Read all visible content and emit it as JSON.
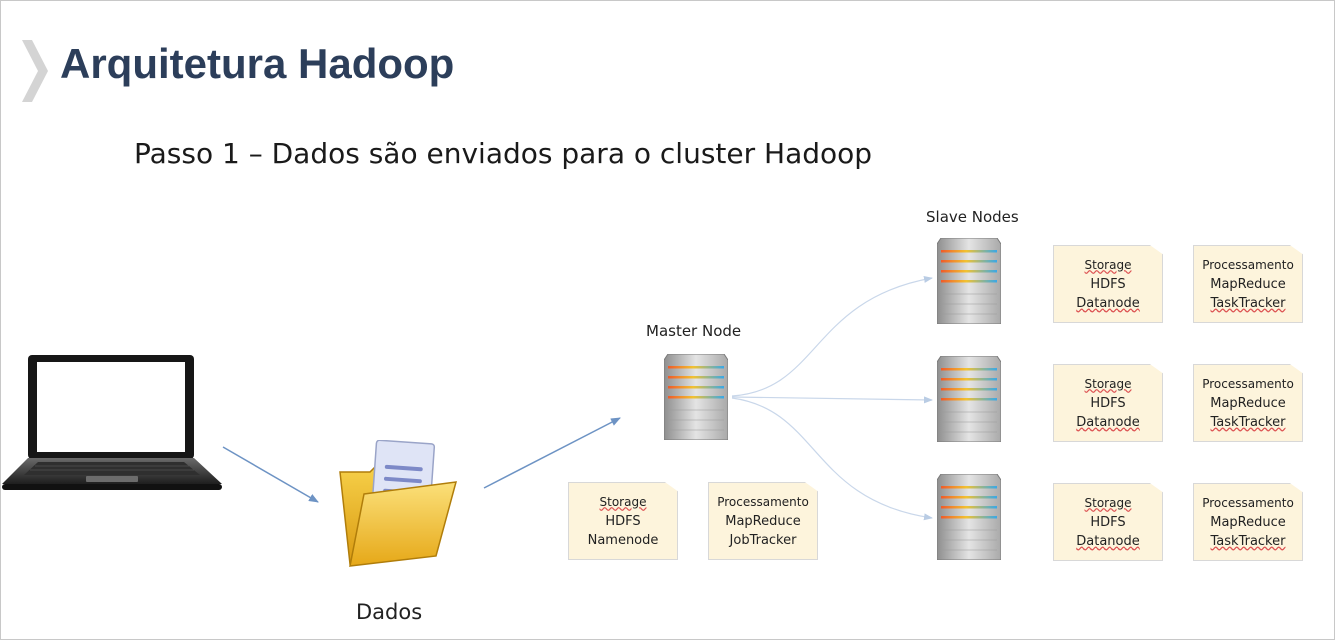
{
  "slide": {
    "title": "Arquitetura Hadoop",
    "subtitle": "Passo 1 – Dados são enviados para o cluster Hadoop"
  },
  "labels": {
    "slave_nodes": "Slave Nodes",
    "master_node": "Master Node",
    "dados": "Dados"
  },
  "master_notes": [
    {
      "line1": "Storage",
      "line2": "HDFS",
      "line3": "Namenode"
    },
    {
      "line1": "Processamento",
      "line2": "MapReduce",
      "line3": "JobTracker"
    }
  ],
  "slave_rows": [
    {
      "storage": {
        "line1": "Storage",
        "line2": "HDFS",
        "line3": "Datanode"
      },
      "processing": {
        "line1": "Processamento",
        "line2": "MapReduce",
        "line3": "TaskTracker"
      }
    },
    {
      "storage": {
        "line1": "Storage",
        "line2": "HDFS",
        "line3": "Datanode"
      },
      "processing": {
        "line1": "Processamento",
        "line2": "MapReduce",
        "line3": "TaskTracker"
      }
    },
    {
      "storage": {
        "line1": "Storage",
        "line2": "HDFS",
        "line3": "Datanode"
      },
      "processing": {
        "line1": "Processamento",
        "line2": "MapReduce",
        "line3": "TaskTracker"
      }
    }
  ],
  "colors": {
    "title": "#2c3e5a",
    "arrow": "#6d93c4",
    "note_fill": "#fdf4dc",
    "folder": "#f2c12e"
  }
}
